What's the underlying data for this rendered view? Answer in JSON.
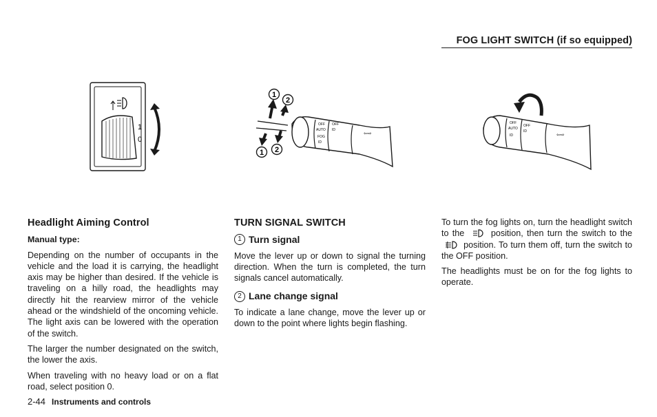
{
  "header": {
    "title": "FOG LIGHT SWITCH (if so equipped)"
  },
  "figure_left": {
    "dial_numbers": [
      "1",
      "0"
    ]
  },
  "figure_middle": {
    "badges": [
      "1",
      "2"
    ],
    "labels": [
      "OFF",
      "OFF",
      "AUTO",
      "ID",
      "FOG",
      "ID"
    ]
  },
  "figure_right": {
    "labels": [
      "OFF",
      "AUTO",
      "ID",
      "OFF",
      "ID"
    ]
  },
  "col1": {
    "heading": "Headlight Aiming Control",
    "subheading": "Manual type:",
    "p1": "Depending on the number of occupants in the vehicle and the load it is carrying, the headlight axis may be higher than desired. If the vehicle is traveling on a hilly road, the headlights may directly hit the rearview mirror of the vehicle ahead or the windshield of the oncoming vehicle. The light axis can be lowered with the operation of the switch.",
    "p2": "The larger the number designated on the switch, the lower the axis.",
    "p3": "When traveling with no heavy load or on a flat road, select position 0."
  },
  "col2": {
    "heading": "TURN SIGNAL SWITCH",
    "step1": {
      "num": "1",
      "title": "Turn signal",
      "text": "Move the lever up or down to signal the turning direction. When the turn is completed, the turn signals cancel automatically."
    },
    "step2": {
      "num": "2",
      "title": "Lane change signal",
      "text": "To indicate a lane change, move the lever up or down to the point where lights begin flashing."
    }
  },
  "col3": {
    "p1_a": "To turn the fog lights on, turn the headlight switch to the",
    "p1_b": "position, then turn the switch to the",
    "p1_c": "position. To turn them off, turn the switch to the OFF position.",
    "p2": "The headlights must be on for the fog lights to operate."
  },
  "footer": {
    "page": "2-44",
    "section": "Instruments and controls"
  }
}
